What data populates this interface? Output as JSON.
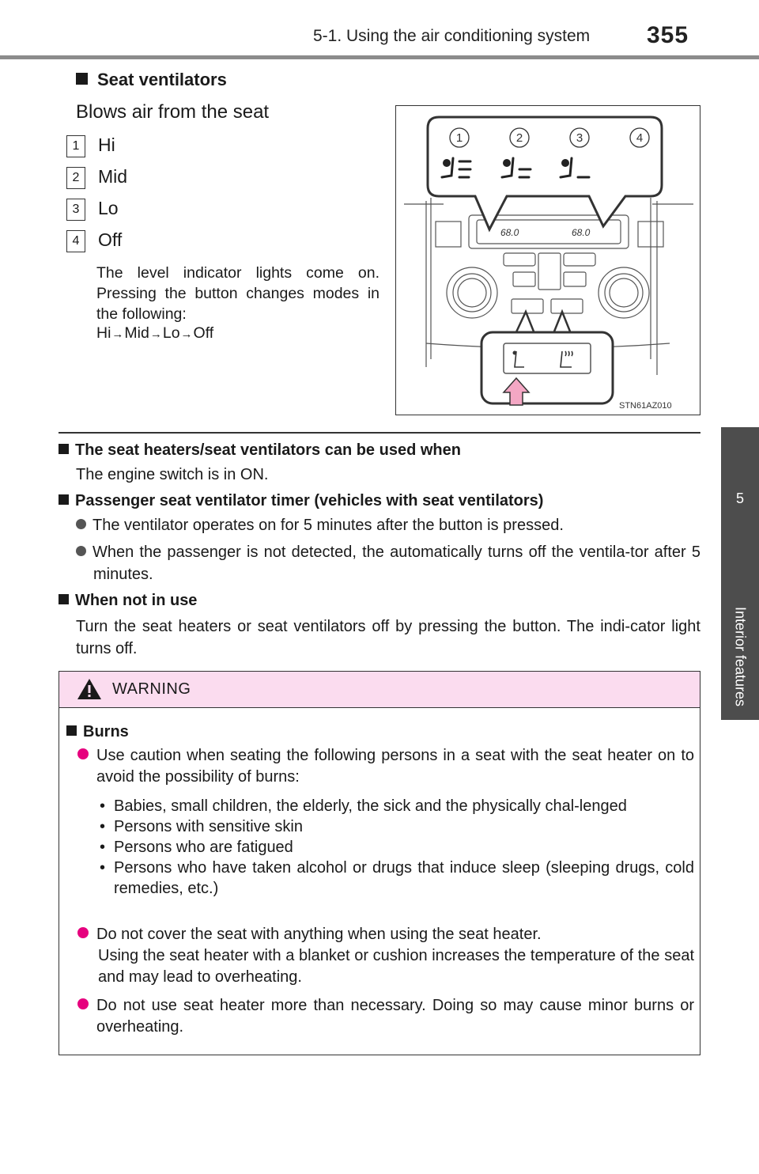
{
  "header": {
    "section": "5-1. Using the air conditioning system",
    "page_number": "355"
  },
  "side_tab": {
    "chapter_number": "5",
    "chapter_label": "Interior features"
  },
  "section": {
    "heading": "Seat ventilators",
    "intro": "Blows air from the seat",
    "items": [
      {
        "num": "1",
        "label": "Hi"
      },
      {
        "num": "2",
        "label": "Mid"
      },
      {
        "num": "3",
        "label": "Lo"
      },
      {
        "num": "4",
        "label": "Off"
      }
    ],
    "description": "The level indicator lights come on. Pressing the button changes modes in the following:",
    "sequence": [
      "Hi",
      "Mid",
      "Lo",
      "Off"
    ]
  },
  "illustration": {
    "callouts": [
      "1",
      "2",
      "3",
      "4"
    ],
    "display_temp_left": "68.0",
    "display_temp_right": "68.0",
    "code": "STN61AZ010"
  },
  "notes": [
    {
      "heading": "The seat heaters/seat ventilators can be used when",
      "text": "The engine switch is in ON."
    },
    {
      "heading": "Passenger seat ventilator timer (vehicles with seat ventilators)",
      "bullets": [
        "The ventilator operates on for 5 minutes after the button is pressed.",
        "When the passenger is not detected, the automatically turns off the ventila-tor after 5 minutes."
      ]
    },
    {
      "heading": "When not in use",
      "text": "Turn the seat heaters or seat ventilators off by pressing the button. The indi-cator light turns off."
    }
  ],
  "warning": {
    "label": "WARNING",
    "heading": "Burns",
    "bullet1": "Use caution when seating the following persons in a seat with the seat heater on to avoid the possibility of burns:",
    "persons": [
      "Babies, small children, the elderly, the sick and the physically chal-lenged",
      "Persons with sensitive skin",
      "Persons who are fatigued",
      "Persons who have taken alcohol or drugs that induce sleep (sleeping drugs, cold remedies, etc.)"
    ],
    "bullet2": "Do not cover the seat with anything when using the seat heater.",
    "bullet2_cont": "Using the seat heater with a blanket or cushion increases the temperature of the seat and may lead to overheating.",
    "bullet3": "Do not use seat heater more than necessary. Doing so may cause minor burns or overheating."
  },
  "colors": {
    "warning_header": "#fbdcef",
    "warning_bullet": "#e6007e",
    "highlight_arrow": "#f4a7c4",
    "side_tab": "#4d4d4d"
  }
}
